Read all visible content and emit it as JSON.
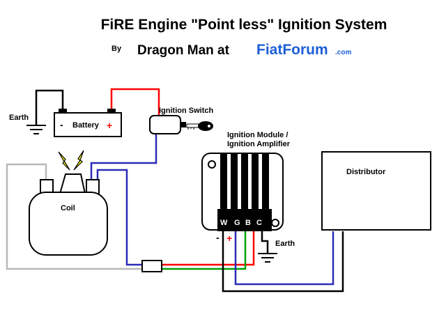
{
  "title": {
    "main": "FiRE Engine \"Point less\" Ignition System",
    "by_prefix": "By",
    "author": "Dragon Man at",
    "site": "FiatForum",
    "site_tld": ".com"
  },
  "labels": {
    "battery": "Battery",
    "battery_minus": "-",
    "battery_plus": "+",
    "earth_battery": "Earth",
    "ignition_switch": "Ignition Switch",
    "coil": "Coil",
    "module_line1": "Ignition Module /",
    "module_line2": "Ignition Amplifier",
    "distributor": "Distributor",
    "earth_module": "Earth",
    "module_minus": "-",
    "module_plus": "+",
    "pins": [
      "W",
      "G",
      "B",
      "C"
    ]
  },
  "colors": {
    "wire_black": "#000000",
    "wire_red": "#ff0000",
    "wire_blue": "#2b2bb8",
    "wire_green": "#00a000",
    "wire_white": "#b8b8b8",
    "brand_blue": "#1c5ed6",
    "spark_yellow": "#ffff00"
  }
}
